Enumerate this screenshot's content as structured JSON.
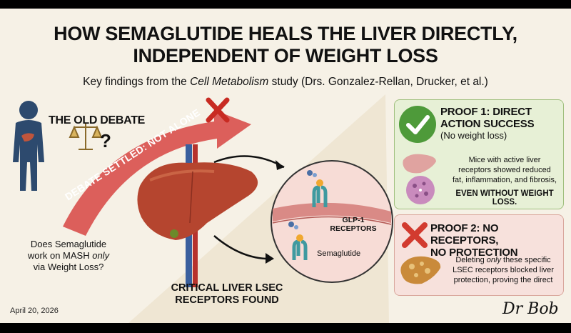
{
  "title": {
    "line1": "HOW SEMAGLUTIDE HEALS THE LIVER DIRECTLY,",
    "line2": "INDEPENDENT OF WEIGHT LOSS"
  },
  "subtitle": {
    "prefix": "Key findings from the ",
    "journal": "Cell Metabolism",
    "suffix": " study (Drs. Gonzalez-Rellan, Drucker, et al.)"
  },
  "left": {
    "old_debate": "THE OLD DEBATE",
    "question_mark": "?",
    "banner": "DEBATE SETTLED: NOT ALONE",
    "question_lines": [
      "Does Semaglutide",
      "work on MASH ",
      "only",
      " via Weight Loss?"
    ],
    "question_1": "Does Semaglutide",
    "question_2a": "work on MASH ",
    "question_2b": "only",
    "question_3": "via Weight Loss?",
    "date": "April 20, 2026"
  },
  "center": {
    "glp1_label_1": "GLP-1",
    "glp1_label_2": "RECEPTORS",
    "semaglutide_label": "Semaglutide",
    "found_1": "CRITICAL LIVER LSEC",
    "found_2": "RECEPTORS FOUND"
  },
  "proof1": {
    "title_1": "PROOF 1: DIRECT",
    "title_2": "ACTION SUCCESS",
    "subtitle": "(No weight loss)",
    "body_1": "Mice with active liver",
    "body_2": "receptors showed reduced",
    "body_3": "fat, inflammation, and fibrosis,",
    "emphasis": "EVEN WITHOUT WEIGHT LOSS."
  },
  "proof2": {
    "title_1": "PROOF 2: NO RECEPTORS,",
    "title_2": "NO PROTECTION",
    "body_1a": "Deleting ",
    "body_1b": "only",
    "body_1c": " these specific",
    "body_2": "LSEC receptors blocked liver",
    "body_3": "protection, proving the direct"
  },
  "signature": "Dr Bob",
  "colors": {
    "banner": "#d9534f",
    "liver": "#b5452f",
    "check_green": "#4e9a3a",
    "cross_red": "#d23b2f",
    "card1_bg": "#e7f0d6",
    "card2_bg": "#f7e1dc",
    "receptor_teal": "#3f9aa0"
  },
  "icons": [
    "person-silhouette-icon",
    "scales-icon",
    "red-x-icon",
    "green-check-icon",
    "liver-icon",
    "tissue-icon",
    "fatty-liver-icon",
    "receptor-icon",
    "semaglutide-molecule-icon"
  ]
}
